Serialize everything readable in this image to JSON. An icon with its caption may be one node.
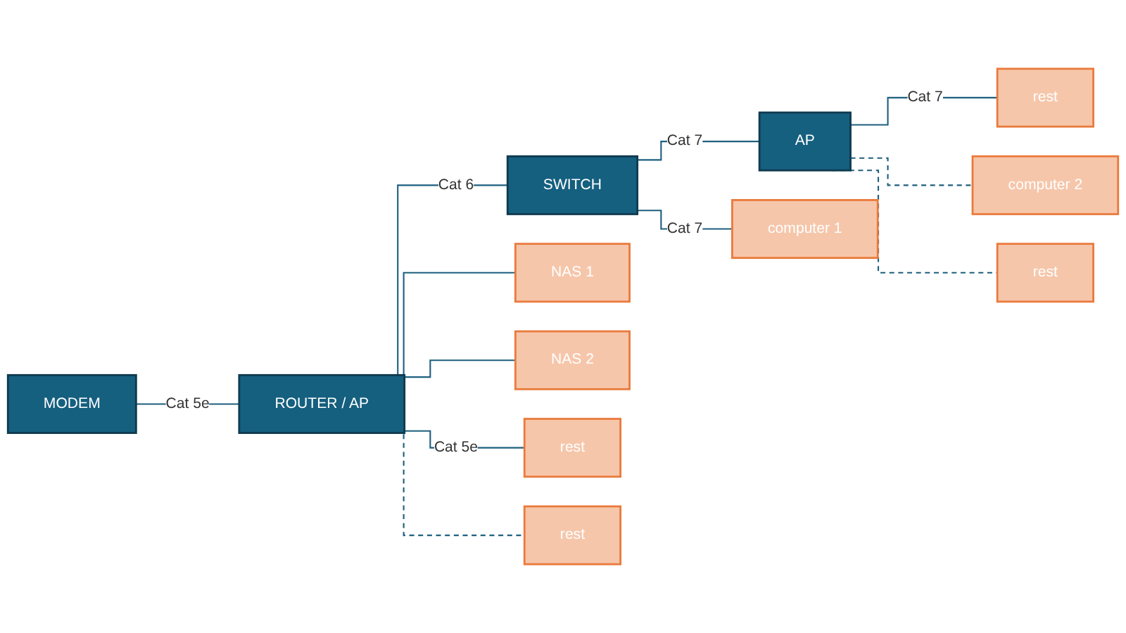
{
  "diagram": {
    "nodes": [
      {
        "text": [
          "MODEM"
        ]
      },
      {
        "text": [
          "ROUTER / AP"
        ]
      },
      {
        "text": [
          "SWITCH"
        ]
      },
      {
        "text": [
          "AP"
        ]
      },
      {
        "text": [
          "NAS 1"
        ]
      },
      {
        "text": [
          "NAS 2"
        ]
      },
      {
        "text": [
          "computer 1"
        ]
      },
      {
        "text": [
          "computer 2"
        ]
      },
      {
        "text": [
          "rest"
        ]
      },
      {
        "text": [
          "rest"
        ]
      },
      {
        "text": [
          "rest"
        ]
      },
      {
        "text": [
          "rest"
        ]
      }
    ],
    "edges": [
      {
        "from": 0,
        "to": 1,
        "arrow": "none",
        "label": "Cat 5e"
      },
      {
        "from": 1,
        "to": 2,
        "arrow": "none",
        "label": "Cat 6"
      },
      {
        "from": 2,
        "to": 3,
        "arrow": "none",
        "label": "Cat 7"
      },
      {
        "from": 1,
        "to": 8,
        "arrow": "none",
        "label": "Cat 5e"
      },
      {
        "from": 1,
        "to": 4,
        "arrow": "none"
      },
      {
        "from": 1,
        "to": 5,
        "arrow": "none"
      },
      {
        "from": 1,
        "to": 9,
        "arrow": "none",
        "style": "dashed"
      },
      {
        "from": 2,
        "to": 6,
        "arrow": "none",
        "label": "Cat 7"
      },
      {
        "from": 3,
        "to": 10,
        "arrow": "none",
        "label": "Cat 7"
      },
      {
        "from": 3,
        "to": 7,
        "arrow": "none",
        "style": "dashed"
      },
      {
        "from": 3,
        "to": 11,
        "arrow": "none",
        "style": "dashed"
      }
    ]
  }
}
